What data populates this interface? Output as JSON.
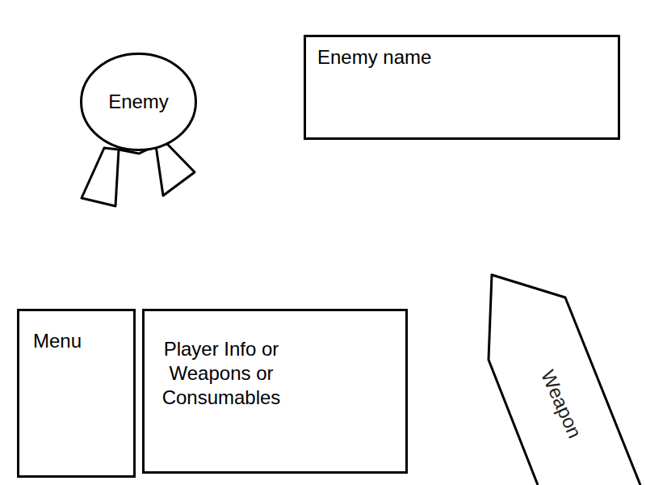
{
  "diagram": {
    "nodes": [
      {
        "text": [
          "Enemy"
        ]
      },
      {
        "text": [
          "Enemy name"
        ]
      },
      {
        "text": [
          "Menu"
        ]
      },
      {
        "text": [
          "Player Info or Weapons or Consumables"
        ]
      },
      {
        "text": [
          "Weapon"
        ]
      }
    ]
  }
}
